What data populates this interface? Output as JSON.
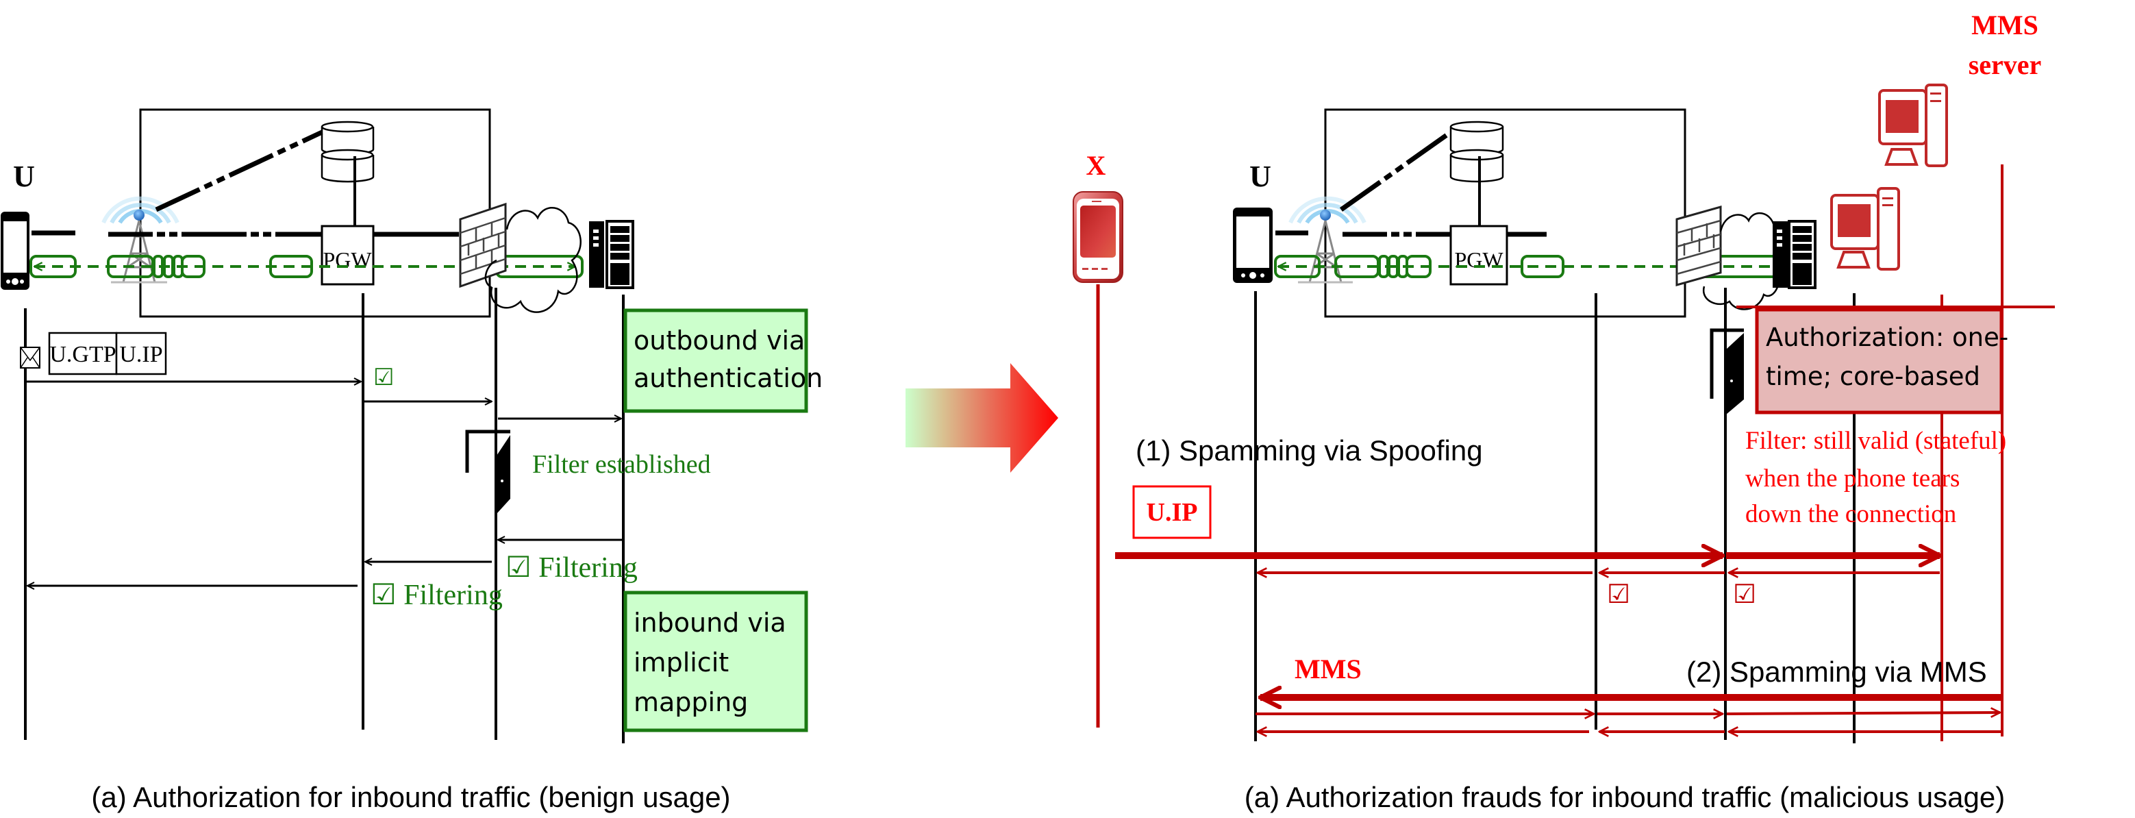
{
  "colors": {
    "green": "#1a7a12",
    "green_fill": "#ccffcc",
    "red": "#ff0000",
    "dark_red": "#bf0000",
    "pink_fill": "#e6b8b7",
    "black": "#000000"
  },
  "left_panel": {
    "user_label": "U",
    "pgw_label": "PGW",
    "packet_header": {
      "gtp": "U.GTP",
      "ip": "U.IP"
    },
    "filter_established": "Filter established",
    "filtering_1": "☑ Filtering",
    "filtering_2": "☑ Filtering",
    "pgw_check": "☑",
    "outbound_box": [
      "outbound via",
      "authentication"
    ],
    "inbound_box": [
      "inbound via",
      "implicit",
      "mapping"
    ],
    "caption": "(a) Authorization for inbound traffic (benign usage)"
  },
  "transition_arrow": {
    "icon": "gradient-right-arrow"
  },
  "right_panel": {
    "attacker_label": "X",
    "user_label": "U",
    "pgw_label": "PGW",
    "mms_server_label": [
      "MMS",
      "server"
    ],
    "auth_box": [
      "Authorization: one-",
      "time; core-based"
    ],
    "filter_note": [
      "Filter: still valid (stateful)",
      "when the phone tears",
      "down the connection"
    ],
    "spoofing_label": "(1) Spamming via Spoofing",
    "uip_label": "U.IP",
    "mms_label": "MMS",
    "mms_spam_label": "(2) Spamming via MMS",
    "check_1": "☑",
    "check_2": "☑",
    "caption": "(a) Authorization frauds for inbound traffic (malicious usage)"
  }
}
